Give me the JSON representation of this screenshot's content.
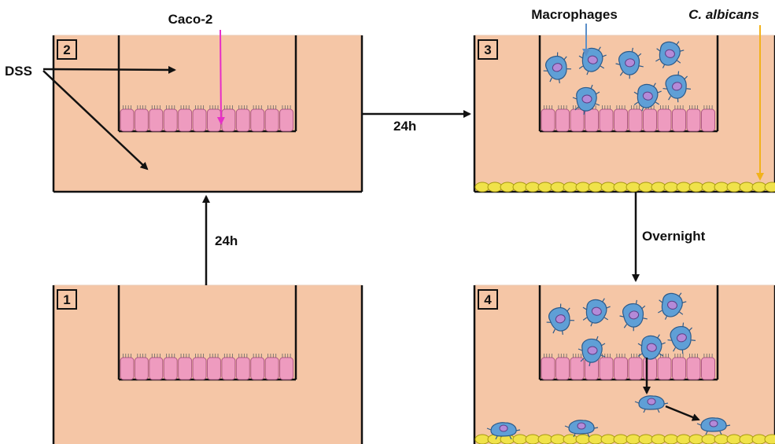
{
  "colors": {
    "medium": "#f5c6a6",
    "cell": "#ee9bbf",
    "cell_edge": "#b05a84",
    "yeast": "#f0e24a",
    "yeast_edge": "#a89a10",
    "macrophage": "#5f9fd6",
    "nucleus": "#b48ad8",
    "caco_arrow": "#e62ec7",
    "macro_arrow": "#5b8fc8",
    "albicans_arrow": "#f2b21b"
  },
  "panels": {
    "p1": {
      "number": "1"
    },
    "p2": {
      "number": "2"
    },
    "p3": {
      "number": "3"
    },
    "p4": {
      "number": "4"
    }
  },
  "labels": {
    "dss": "DSS",
    "caco2": "Caco-2",
    "macrophages": "Macrophages",
    "c_albicans": "C. albicans",
    "step_1_to_2": "24h",
    "step_2_to_3": "24h",
    "step_3_to_4": "Overnight"
  }
}
